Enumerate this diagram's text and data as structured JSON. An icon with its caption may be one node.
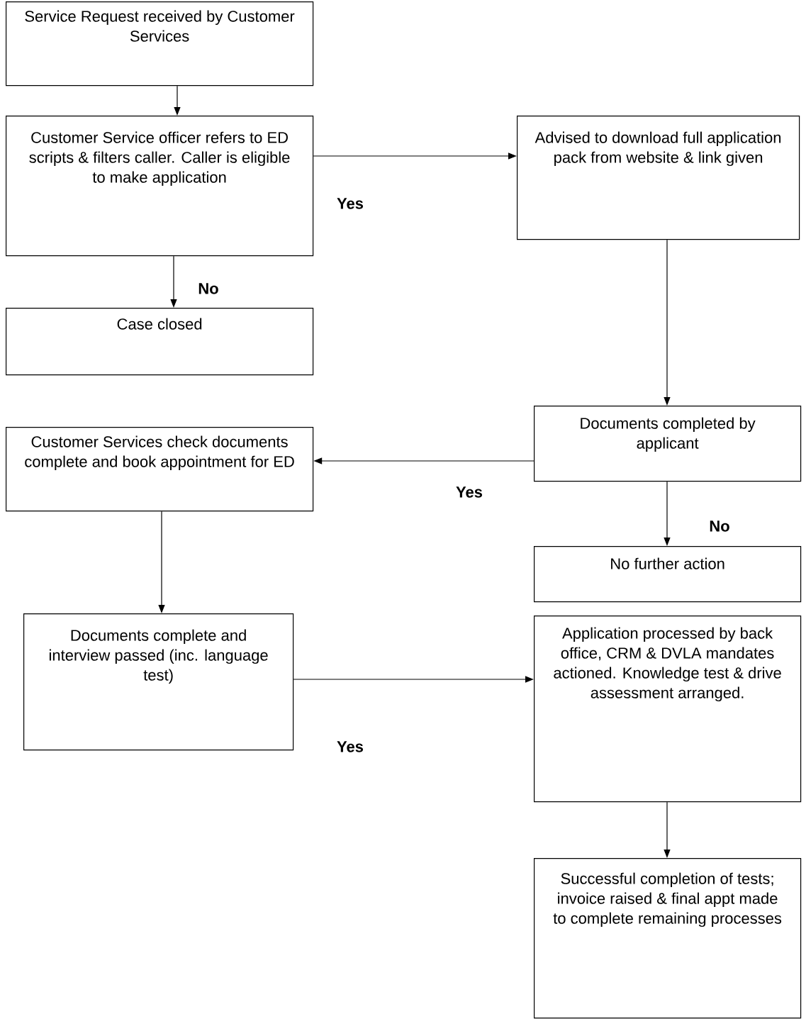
{
  "diagram": {
    "nodes": [
      {
        "text": [
          "Service Request received by Customer Services"
        ]
      },
      {
        "text": [
          "Customer Service officer refers to ED scripts & filters caller. Caller is eligible to make application"
        ]
      },
      {
        "text": [
          "Advised to download full application pack from website & link given"
        ]
      },
      {
        "text": [
          "Case closed"
        ]
      },
      {
        "text": [
          "Documents completed by applicant"
        ]
      },
      {
        "text": [
          "Customer Services check documents complete and book appointment for ED"
        ]
      },
      {
        "text": [
          "No further action"
        ]
      },
      {
        "text": [
          "Documents complete and interview passed (inc. language test)"
        ]
      },
      {
        "text": [
          "Application processed by back office, CRM & DVLA mandates actioned. Knowledge test & drive assessment arranged."
        ]
      },
      {
        "text": [
          "Successful completion of tests; invoice raised & final appt made to complete remaining processes"
        ]
      }
    ],
    "edges": [
      {
        "from": 0,
        "to": 1,
        "arrow": "to"
      },
      {
        "from": 1,
        "to": 2,
        "arrow": "to",
        "label": "Yes"
      },
      {
        "from": 1,
        "to": 3,
        "arrow": "to",
        "label": "No"
      },
      {
        "from": 2,
        "to": 4,
        "arrow": "to"
      },
      {
        "from": 4,
        "to": 5,
        "arrow": "to",
        "label": "Yes"
      },
      {
        "from": 4,
        "to": 6,
        "arrow": "to",
        "label": "No"
      },
      {
        "from": 5,
        "to": 7,
        "arrow": "to"
      },
      {
        "from": 7,
        "to": 8,
        "arrow": "to",
        "label": "Yes"
      },
      {
        "from": 8,
        "to": 9,
        "arrow": "to"
      }
    ]
  }
}
